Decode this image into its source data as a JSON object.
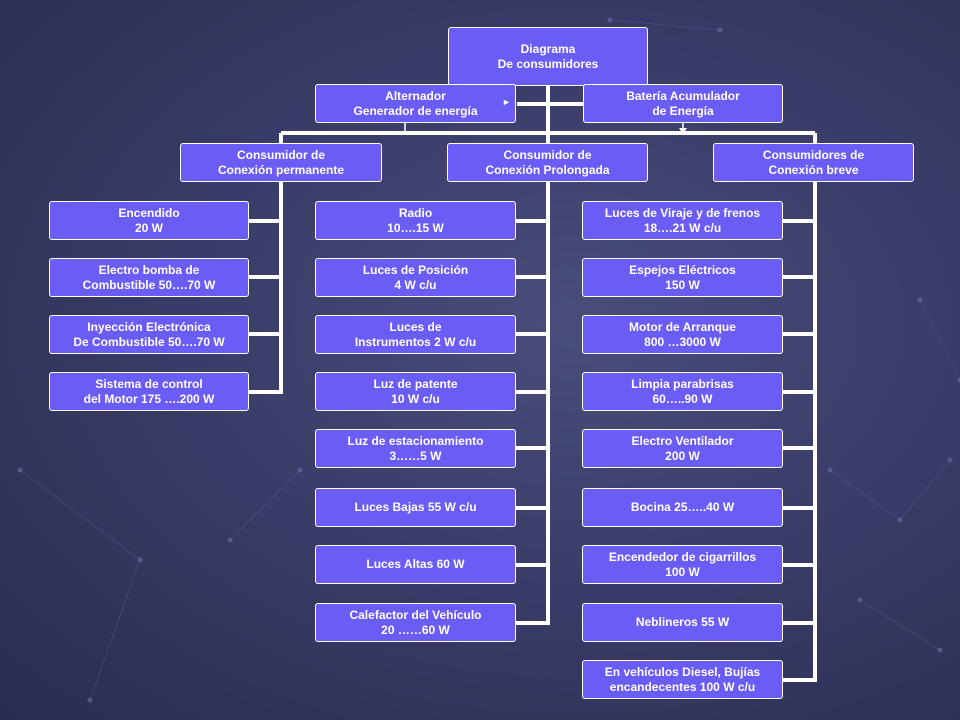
{
  "root": {
    "line1": "Diagrama",
    "line2": "De consumidores"
  },
  "alternador": {
    "line1": "Alternador",
    "line2": "Generador  de energía"
  },
  "bateria": {
    "line1": "Batería Acumulador",
    "line2": "de Energía"
  },
  "categories": [
    {
      "line1": "Consumidor de",
      "line2": "Conexión permanente"
    },
    {
      "line1": "Consumidor de",
      "line2": "Conexión Prolongada"
    },
    {
      "line1": "Consumidores de",
      "line2": "Conexión breve"
    }
  ],
  "permanente": [
    {
      "line1": "Encendido",
      "line2": "20 W"
    },
    {
      "line1": "Electro bomba de",
      "line2": "Combustible 50….70 W"
    },
    {
      "line1": "Inyección Electrónica",
      "line2": "De Combustible  50….70 W"
    },
    {
      "line1": "Sistema de control",
      "line2": "del Motor   175 ….200 W"
    }
  ],
  "prolongada": [
    {
      "line1": "Radio",
      "line2": "10….15 W"
    },
    {
      "line1": "Luces de Posición",
      "line2": "4 W c/u"
    },
    {
      "line1": "Luces de",
      "line2": "Instrumentos  2 W c/u"
    },
    {
      "line1": "Luz de patente",
      "line2": "10 W c/u"
    },
    {
      "line1": "Luz de estacionamiento",
      "line2": "3……5 W"
    },
    {
      "line1": "Luces Bajas 55 W c/u",
      "line2": ""
    },
    {
      "line1": "Luces Altas 60 W",
      "line2": ""
    },
    {
      "line1": "Calefactor  del Vehículo",
      "line2": "20 ……60 W"
    }
  ],
  "breve": [
    {
      "line1": "Luces de Viraje y de frenos",
      "line2": "18….21 W c/u"
    },
    {
      "line1": "Espejos Eléctricos",
      "line2": "150 W"
    },
    {
      "line1": "Motor de Arranque",
      "line2": "800 …3000 W"
    },
    {
      "line1": "Limpia parabrisas",
      "line2": "60…..90 W"
    },
    {
      "line1": "Electro Ventilador",
      "line2": "200 W"
    },
    {
      "line1": "Bocina 25…..40 W",
      "line2": ""
    },
    {
      "line1": "Encendedor de cigarrillos",
      "line2": "100 W"
    },
    {
      "line1": "Neblineros 55 W",
      "line2": ""
    },
    {
      "line1": "En vehículos Diesel, Bujías",
      "line2": "encandecentes  100 W c/u"
    }
  ],
  "colors": {
    "box_fill": "#6a5cf5",
    "box_border": "#ffffff",
    "connector": "#ffffff",
    "background": "#3a3d68"
  }
}
